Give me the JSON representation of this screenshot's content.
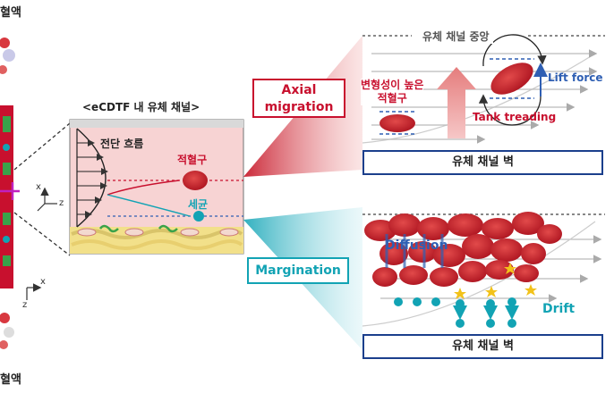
{
  "diagram": {
    "left_top_label": "혈액",
    "left_bottom_label": "혈액",
    "axis_left": {
      "x": "x",
      "z": "z"
    },
    "panel_title": "<eCDTF 내 유체 채널>",
    "panel_axes": {
      "x": "x",
      "z": "z"
    },
    "shear_flow_label": "전단 흐름",
    "rbc_label": "적혈구",
    "bacteria_label": "세균",
    "axial_migration_label": "Axial\nmigration",
    "margination_label": "Margination",
    "top_right": {
      "center_label": "유체 채널 중앙",
      "deformable_rbc_label": "변형성이 높은\n적혈구",
      "lift_force_label": "Lift force",
      "tank_treading_label": "Tank treading",
      "wall_label": "유체 채널 벽"
    },
    "bottom_right": {
      "diffusion_label": "Diffusion",
      "drift_label": "Drift",
      "wall_label": "유체 채널 벽"
    },
    "colors": {
      "rbc": "#c8102e",
      "bacteria": "#12a3b4",
      "wall_border": "#1b3f8c",
      "axial_box": "#c8102e",
      "margination_box": "#12a3b4",
      "arrow_blue": "#2f5fb3"
    }
  }
}
